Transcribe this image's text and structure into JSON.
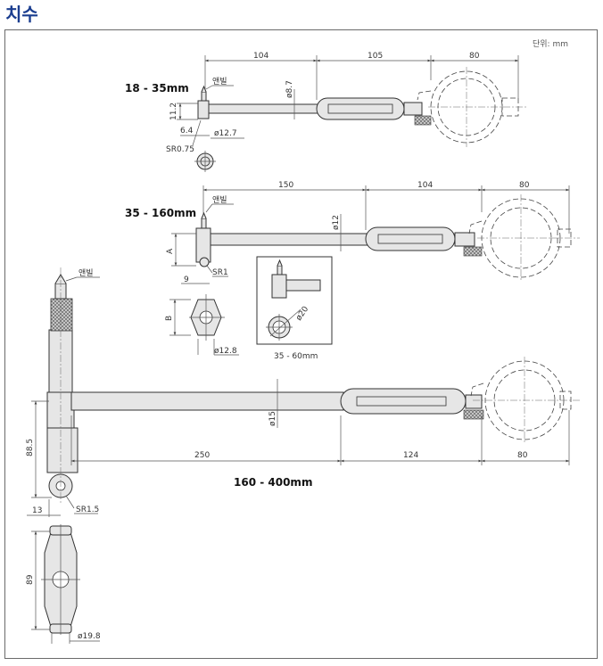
{
  "title": "치수",
  "unit": "단위: mm",
  "models": {
    "m1": {
      "range": "18 - 35mm",
      "dims": {
        "d104": "104",
        "d105": "105",
        "d80": "80",
        "rod_dia": "ø8.7",
        "h": "11.2",
        "w": "6.4",
        "sr": "SR0.75",
        "head_dia": "ø12.7"
      },
      "anvil": "앤빌"
    },
    "m2": {
      "range": "35 - 160mm",
      "dims": {
        "d150": "150",
        "d104": "104",
        "d80": "80",
        "rod_dia": "ø12",
        "a": "A",
        "b": "B",
        "nine": "9",
        "sr": "SR1",
        "head_dia": "ø12.8"
      },
      "anvil": "앤빌",
      "inset": {
        "dia": "ø20",
        "caption": "35 - 60mm"
      }
    },
    "m3": {
      "range": "160 - 400mm",
      "dims": {
        "d250": "250",
        "d124": "124",
        "d80": "80",
        "rod_dia": "ø15",
        "h885": "88.5",
        "w13": "13",
        "sr": "SR1.5",
        "h89": "89",
        "dia198": "ø19.8"
      },
      "anvil": "앤빌"
    }
  }
}
